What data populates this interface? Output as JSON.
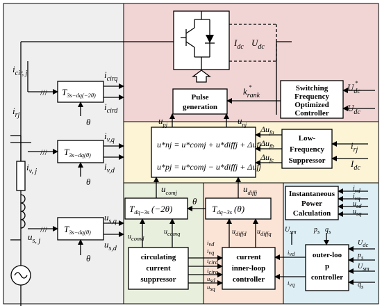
{
  "colors": {
    "left_panel": "#efefef",
    "top_region": "#f1d4d4",
    "yellow_region": "#fdf4d6",
    "green_region": "#e8efdd",
    "orange_region": "#fbe3d6",
    "blue_region": "#ddeef4",
    "box_fill": "#ffffff",
    "line": "#000000"
  },
  "icons": [
    "igbt-switch-icon",
    "inductor-icon",
    "ac-source-icon",
    "measurement-slash-icon",
    "block-arrow-icon"
  ],
  "blocks": {
    "pulse": [
      "Pulse",
      "generation"
    ],
    "switching": [
      "Switching",
      "Frequency",
      "Optimized",
      "Controller"
    ],
    "lowfreq": [
      "Low-",
      "Frequency",
      "Suppressor"
    ],
    "power": [
      "Instantaneous",
      "Power",
      "Calculation"
    ],
    "circulating": [
      "circulating",
      "current",
      "suppressor"
    ],
    "inner": [
      "current",
      "inner-loop",
      "controller"
    ],
    "outer": [
      "outer-loo",
      "p",
      "controller"
    ]
  },
  "labels": {
    "Idc": "I",
    "Idc_sub": "dc",
    "Udc": "U",
    "Udc_sub": "dc",
    "icir_j": "i",
    "icir_j_sub": "cir, j",
    "irj": "i",
    "irj_sub": "rj",
    "icirq": "i",
    "icirq_sub": "cirq",
    "icird": "i",
    "icird_sub": "cird",
    "ivq": "i",
    "ivq_sub": "v,q",
    "ivd": "i",
    "ivd_sub": "v,d",
    "ivj": "i",
    "ivj_sub": "v, j",
    "usj": "u",
    "usj_sub": "s, j",
    "usq": "u",
    "usq_sub": "s,q",
    "usd": "u",
    "usd_sub": "s,d",
    "theta": "θ",
    "krank": "k",
    "krank_sub": "rank",
    "star": "*",
    "T_top": "T",
    "T_top_sub": "3s−dq(−2θ)",
    "T_mid": "T",
    "T_mid_sub": "3s−dq(θ)",
    "T_bot": "T",
    "T_bot_sub": "3s−dq(θ)",
    "Tinv_cir": "T",
    "Tinv_cir_sub": "dq−3s",
    "Tinv_cir_arg": "(−2θ)",
    "Tinv_dif": "T",
    "Tinv_dif_sub": "dq−3s",
    "Tinv_dif_arg": "(θ)",
    "upj": "u",
    "upj_sub": "pj",
    "unj": "u",
    "unj_sub": "nj",
    "eq1": "u*nj = u*comj + u*diffj + Δufj",
    "eq2": "u*pj = u*comj − u*diffj + Δufj",
    "dufa": "Δu",
    "dufa_sub": "fa",
    "dufb": "Δu",
    "dufb_sub": "fb",
    "dufc": "Δu",
    "dufc_sub": "fc",
    "Udc_star": "U",
    "Udc_star_sub": "dc",
    "Udc_in": "U",
    "Udc_in_sub": "dc",
    "irj_in": "i",
    "irj_in_sub": "rj",
    "Idc_in": "I",
    "Idc_in_sub": "dc",
    "ucomj": "u",
    "ucomj_sub": "comj",
    "udiffj": "u",
    "udiffj_sub": "diffj",
    "ucomd": "u",
    "ucomd_sub": "comd",
    "ucomq": "u",
    "ucomq_sub": "comq",
    "udiffd": "u",
    "udiffd_sub": "diffd",
    "udiffq": "u",
    "udiffq_sub": "diffq",
    "ivd_s": "i",
    "ivd_s_sub": "vd",
    "ivq_s": "i",
    "ivq_s_sub": "vq",
    "icird_s": "i",
    "icird_s_sub": "cird",
    "icirq_s": "i",
    "icirq_s_sub": "cirq",
    "usd_s": "u",
    "usd_s_sub": "sd",
    "usq_s": "u",
    "usq_s_sub": "sq",
    "Usm": "U",
    "Usm_sub": "sm",
    "ps": "p",
    "ps_sub": "s",
    "qs": "q",
    "qs_sub": "s",
    "Udc_r": "U",
    "Udc_r_sub": "dc",
    "ps_r": "p",
    "ps_r_sub": "s",
    "Usm_r": "U",
    "Usm_r_sub": "sm",
    "qs_r": "q",
    "qs_r_sub": "s"
  }
}
